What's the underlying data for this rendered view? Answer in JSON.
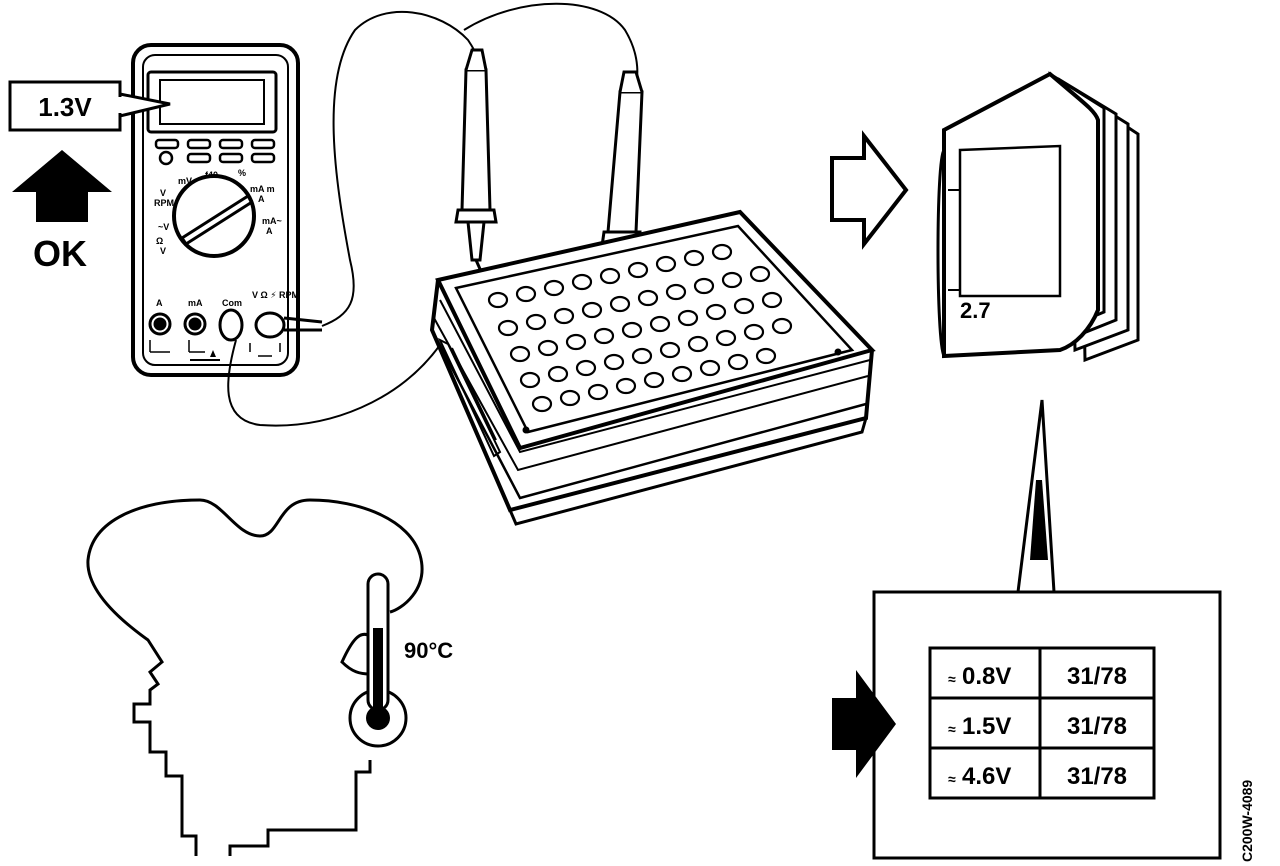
{
  "meter": {
    "reading": "1.3V",
    "ok_label": "OK",
    "dial_top": "f40",
    "dial_labels": [
      "mV",
      "mA m",
      "A",
      "mA~",
      "A",
      "~V",
      "Ω",
      "V",
      "RPM",
      "%",
      "V"
    ],
    "ports": [
      "A",
      "mA",
      "Com",
      "V Ω ⚡ RPM"
    ]
  },
  "book": {
    "page_ref": "2.7"
  },
  "engine": {
    "temperature": "90°C"
  },
  "spec_table": {
    "approx_symbol": "≈",
    "rows": [
      {
        "voltage": "0.8V",
        "pins": "31/78"
      },
      {
        "voltage": "1.5V",
        "pins": "31/78"
      },
      {
        "voltage": "4.6V",
        "pins": "31/78"
      }
    ]
  },
  "figure_code": "C200W-4089"
}
